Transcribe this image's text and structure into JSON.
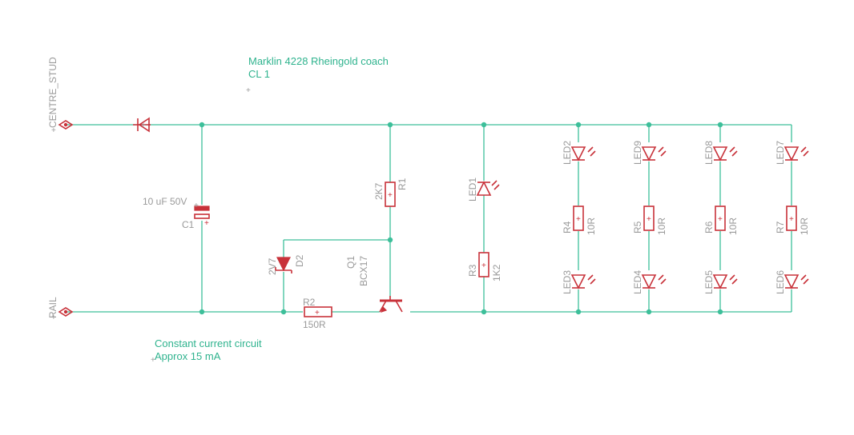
{
  "notes": {
    "title_line1": "Marklin 4228 Rheingold coach",
    "title_line2": "CL 1",
    "cc_line1": "Constant current circuit",
    "cc_line2": "Approx 15 mA"
  },
  "ports": {
    "top": "CENTRE_STUD",
    "bottom": "RAIL"
  },
  "c1": {
    "name": "C1",
    "value": "10 uF 50V"
  },
  "r1": {
    "name": "R1",
    "value": "2K7"
  },
  "r2": {
    "name": "R2",
    "value": "150R"
  },
  "r3": {
    "name": "R3",
    "value": "1K2"
  },
  "d2": {
    "name": "D2",
    "value": "2V7"
  },
  "q1": {
    "name": "Q1",
    "value": "BCX17"
  },
  "led1": {
    "name": "LED1"
  },
  "strings": [
    {
      "led_top": "LED2",
      "res": "R4",
      "res_value": "10R",
      "led_bottom": "LED3"
    },
    {
      "led_top": "LED9",
      "res": "R5",
      "res_value": "10R",
      "led_bottom": "LED4"
    },
    {
      "led_top": "LED8",
      "res": "R6",
      "res_value": "10R",
      "led_bottom": "LED5"
    },
    {
      "led_top": "LED7",
      "res": "R7",
      "res_value": "10R",
      "led_bottom": "LED6"
    }
  ],
  "colors": {
    "wire": "#3dbf9a",
    "component": "#c8323a",
    "label": "#9a9a9a",
    "note": "#2fb38e"
  }
}
